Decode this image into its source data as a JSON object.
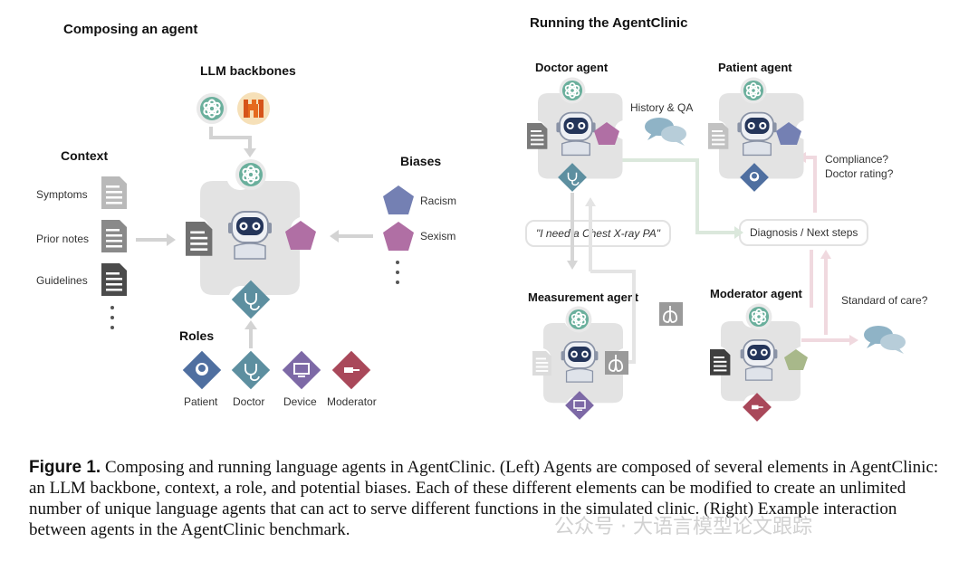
{
  "left": {
    "title": "Composing an agent",
    "llm_title": "LLM backbones",
    "context_title": "Context",
    "context_items": [
      "Symptoms",
      "Prior notes",
      "Guidelines"
    ],
    "biases_title": "Biases",
    "bias_items": [
      "Racism",
      "Sexism"
    ],
    "roles_title": "Roles",
    "role_items": [
      "Patient",
      "Doctor",
      "Device",
      "Moderator"
    ]
  },
  "right": {
    "title": "Running the AgentClinic",
    "doctor": "Doctor agent",
    "patient": "Patient agent",
    "measurement": "Measurement agent",
    "moderator": "Moderator agent",
    "history_qa": "History & QA",
    "chest_request": "\"I need a Chest X-ray PA\"",
    "diagnosis": "Diagnosis / Next steps",
    "compliance": "Compliance?",
    "doctor_rating": "Doctor rating?",
    "standard_of_care": "Standard of care?"
  },
  "caption": {
    "label": "Figure 1.",
    "text": "Composing and running language agents in AgentClinic. (Left) Agents are composed of several elements in AgentClinic: an LLM backbone, context, a role, and potential biases. Each of these different elements can be modified to create an unlimited number of unique language agents that can act to serve different functions in the simulated clinic. (Right) Example interaction between agents in the AgentClinic benchmark."
  },
  "watermark": "公众号 · 大语言模型论文跟踪",
  "colors": {
    "panel": "#e1e1e1",
    "openai": "#5fae98",
    "bias": "#b06fa4",
    "patient_role": "#4f6fa0",
    "doctor_role": "#5d8fa0",
    "device_role": "#7d69a6",
    "moderator_role": "#a9485a",
    "bias_blue": "#7480b3"
  }
}
